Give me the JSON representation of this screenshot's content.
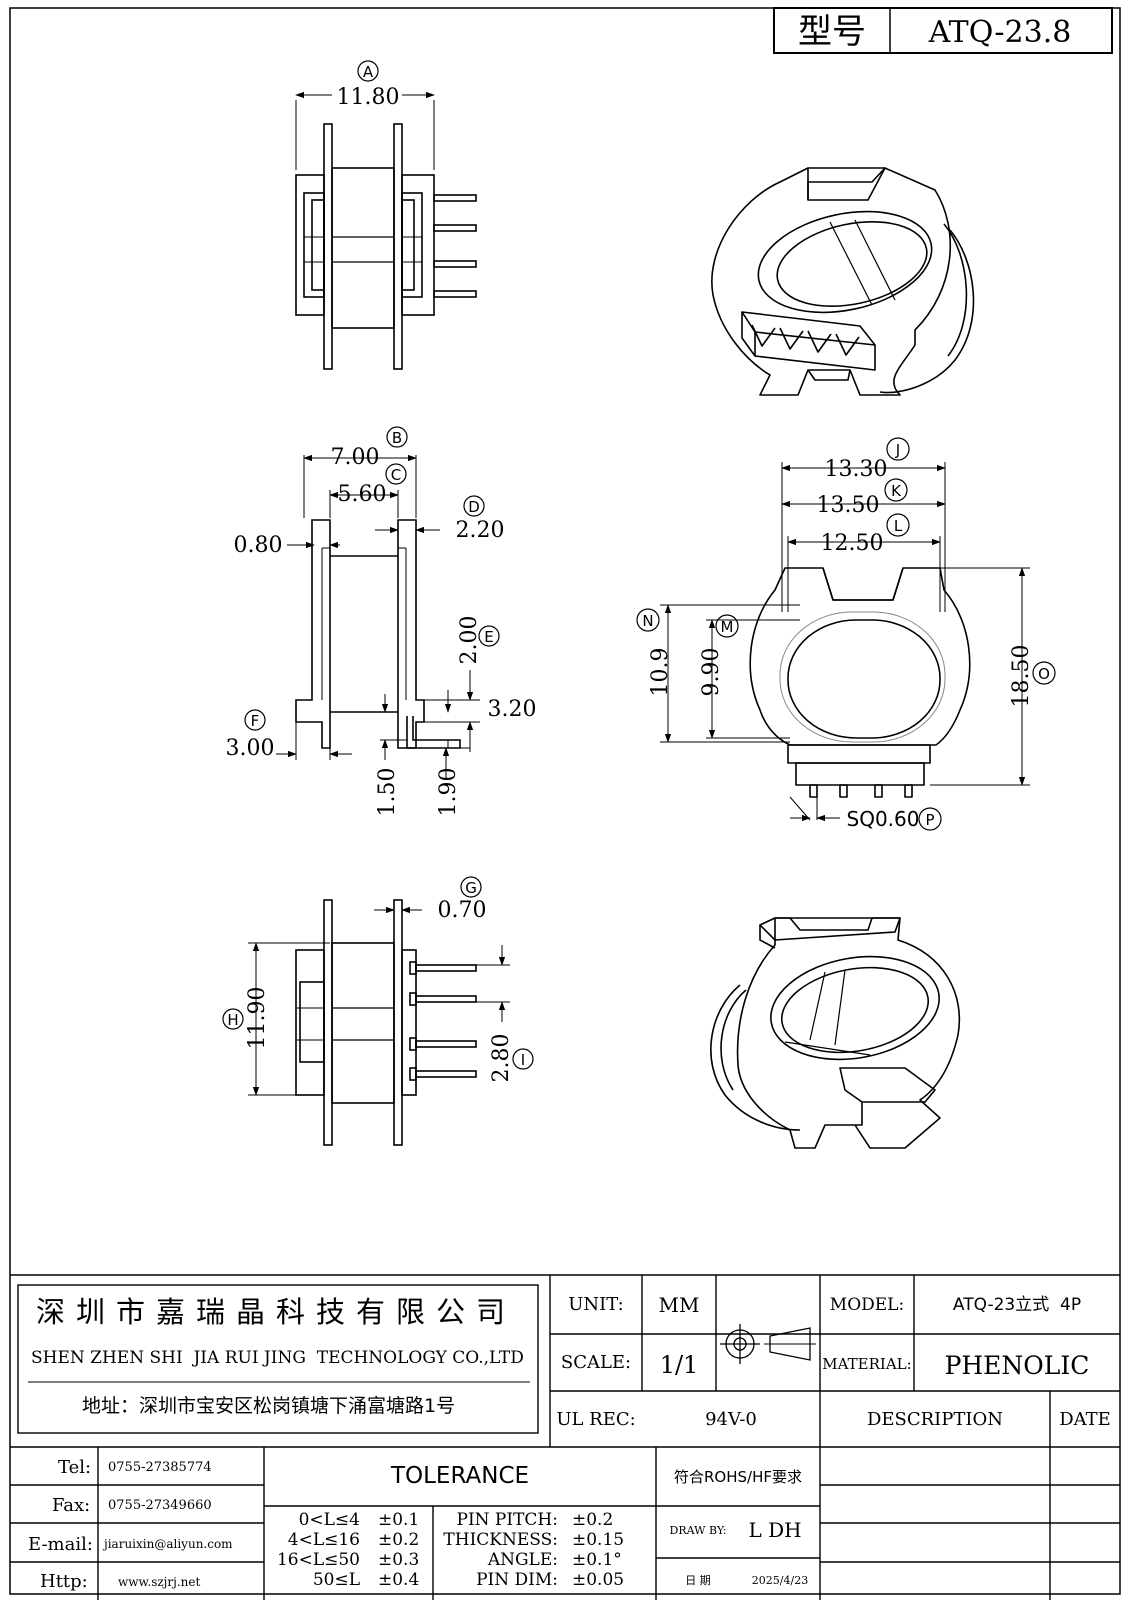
{
  "model_box": {
    "label": "型号",
    "value": "ATQ-23.8"
  },
  "dimensions": {
    "A": {
      "letter": "A",
      "value": "11.80"
    },
    "B": {
      "letter": "B",
      "value": "7.00"
    },
    "C": {
      "letter": "C",
      "value": "5.60"
    },
    "D": {
      "letter": "D",
      "value": "2.20"
    },
    "E": {
      "letter": "E",
      "value": "2.00"
    },
    "E2": {
      "value": "3.20"
    },
    "F": {
      "letter": "F",
      "value": "3.00"
    },
    "thick": {
      "value": "0.80"
    },
    "d150": {
      "value": "1.50"
    },
    "d190": {
      "value": "1.90"
    },
    "G": {
      "letter": "G",
      "value": "0.70"
    },
    "H": {
      "letter": "H",
      "value": "11.90"
    },
    "I": {
      "letter": "I",
      "value": "2.80"
    },
    "J": {
      "letter": "J",
      "value": "13.30"
    },
    "K": {
      "letter": "K",
      "value": "13.50"
    },
    "L": {
      "letter": "L",
      "value": "12.50"
    },
    "M": {
      "letter": "M",
      "value": "9.90"
    },
    "N": {
      "letter": "N",
      "value": "10.9"
    },
    "O": {
      "letter": "O",
      "value": "18.50"
    },
    "P": {
      "letter": "P",
      "value": "SQ0.60"
    }
  },
  "title_block": {
    "company_cn": "深圳市嘉瑞晶科技有限公司",
    "company_en": "SHEN ZHEN SHI  JIA RUI JING  TECHNOLOGY CO.,LTD",
    "address": "地址：深圳市宝安区松岗镇塘下涌富塘路1号",
    "unit_label": "UNIT:",
    "unit_value": "MM",
    "scale_label": "SCALE:",
    "scale_value": "1/1",
    "model_label": "MODEL:",
    "model_value": "ATQ-23立式  4P",
    "material_label": "MATERIAL:",
    "material_value": "PHENOLIC",
    "ul_label": "UL REC:",
    "ul_value": "94V-0",
    "description_label": "DESCRIPTION",
    "date_label": "DATE",
    "tel_label": "Tel:",
    "tel_value": "0755-27385774",
    "fax_label": "Fax:",
    "fax_value": "0755-27349660",
    "email_label": "E-mail:",
    "email_value": "jiaruixin@aliyun.com",
    "http_label": "Http:",
    "http_value": "www.szjrj.net",
    "tolerance_title": "TOLERANCE",
    "rohs": "符合ROHS/HF要求",
    "tol_rows": [
      {
        "range": "0<L≤4",
        "tol": "±0.1"
      },
      {
        "range": "4<L≤16",
        "tol": "±0.2"
      },
      {
        "range": "16<L≤50",
        "tol": "±0.3"
      },
      {
        "range": "50≤L",
        "tol": "±0.4"
      }
    ],
    "spec_rows": [
      {
        "name": "PIN PITCH:",
        "tol": "±0.2"
      },
      {
        "name": "THICKNESS:",
        "tol": "±0.15"
      },
      {
        "name": "ANGLE:",
        "tol": "±0.1°"
      },
      {
        "name": "PIN DIM:",
        "tol": "±0.05"
      }
    ],
    "draw_by_label": "DRAW BY:",
    "draw_by_value": "L DH",
    "date_cn_label": "日 期",
    "date_value": "2025/4/23"
  }
}
